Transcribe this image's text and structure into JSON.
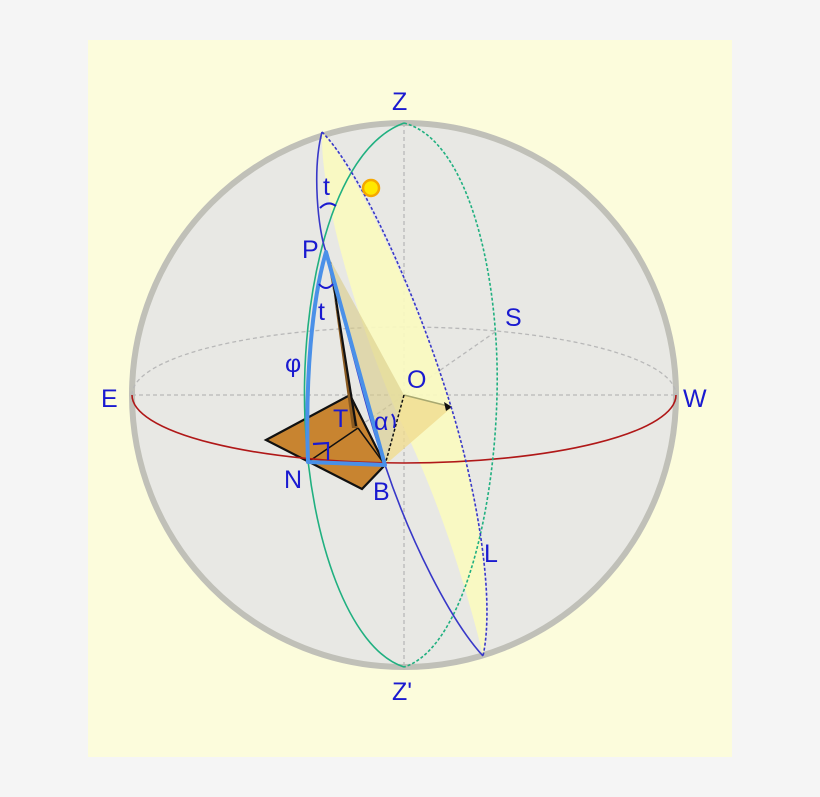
{
  "figure": {
    "title": "Celestial sphere with horizon, meridian and hour circle",
    "colors": {
      "background": "#f5f5f5",
      "panel": "#fcfcdc",
      "sphere_fill": "#e8e8e4",
      "sphere_outline": "#c0c0b8",
      "horizon": "#b01818",
      "meridian": "#20b080",
      "hour_circle": "#3838c8",
      "triangle": "#4a90e8",
      "label": "#1a1ad0",
      "sun": "#ffe800",
      "sun_ring": "#f5a800",
      "hour_plane": "#fafac0",
      "shadow_plane": "#c88430"
    }
  },
  "labels": {
    "zenith": "Z",
    "nadir": "Z'",
    "east": "E",
    "west": "W",
    "south": "S",
    "north": "N",
    "pole": "P",
    "center": "O",
    "point_b": "B",
    "point_t": "T",
    "point_l": "L",
    "latitude": "φ",
    "alpha": "α",
    "hour_angle_top": "t",
    "hour_angle_p": "t"
  }
}
